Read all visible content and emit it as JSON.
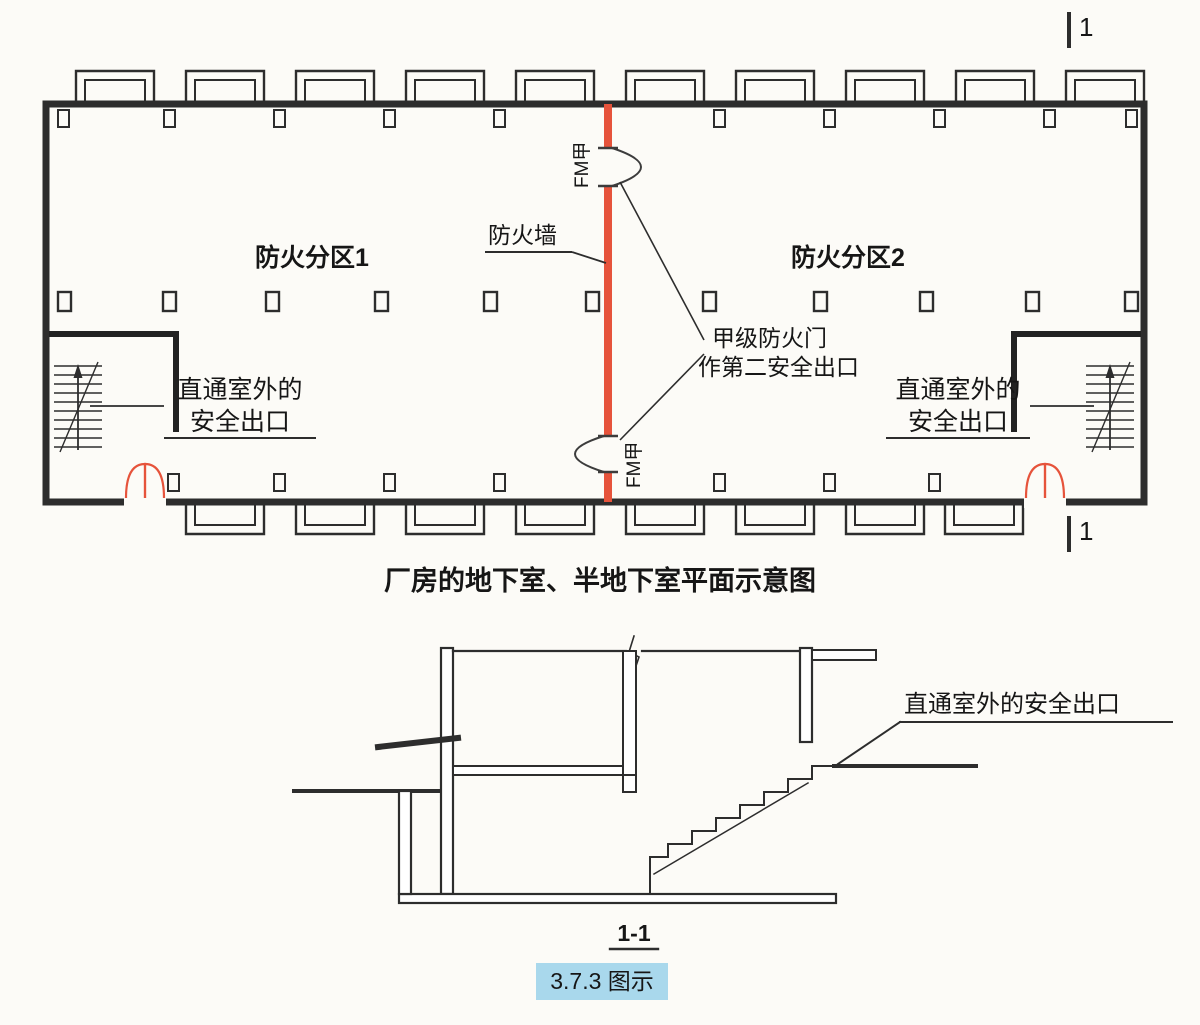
{
  "colors": {
    "firewall": "#e6533b",
    "highlight": "#a9d8ec",
    "ink": "#2d2d2d"
  },
  "plan": {
    "zone1": "防火分区1",
    "zone2": "防火分区2",
    "firewall_label": "防火墙",
    "fm_door_top": "FM甲",
    "fm_door_bottom": "FM甲",
    "second_exit_line1": "甲级防火门",
    "second_exit_line2": "作第二安全出口",
    "exit_left_line1": "直通室外的",
    "exit_left_line2": "安全出口",
    "exit_right_line1": "直通室外的",
    "exit_right_line2": "安全出口",
    "caption": "厂房的地下室、半地下室平面示意图",
    "section_mark_top": "1",
    "section_mark_bottom": "1"
  },
  "section": {
    "exit_label": "直通室外的安全出口",
    "title": "1-1"
  },
  "footer": {
    "figure_label": "3.7.3 图示"
  }
}
